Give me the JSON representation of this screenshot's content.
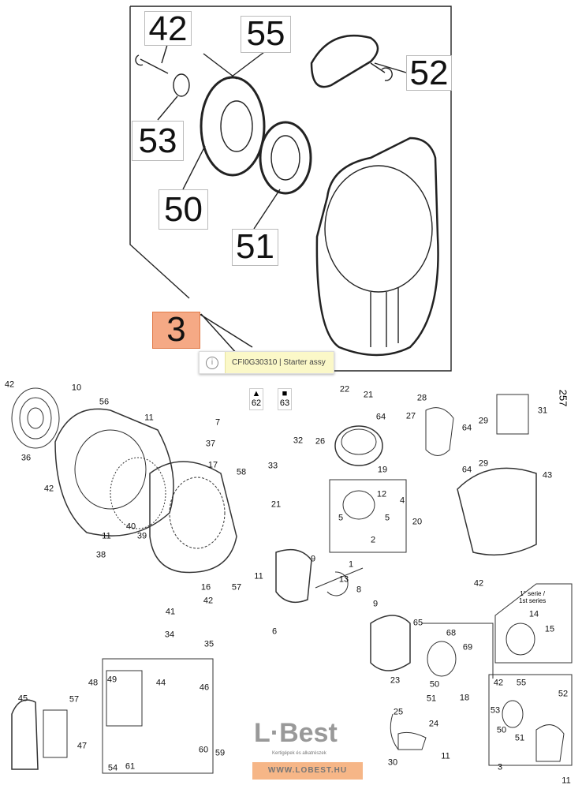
{
  "zoom_callouts": {
    "c42": "42",
    "c55": "55",
    "c52": "52",
    "c53": "53",
    "c50": "50",
    "c51": "51",
    "c3": "3"
  },
  "tooltip": {
    "icon": "info-icon",
    "text": "CFI0G30310 | Starter assy"
  },
  "legend_symbols": {
    "triangle_ref": "62",
    "square_ref": "63"
  },
  "page_number": "257",
  "series_note": {
    "line1": "1° serie /",
    "line2": "1st series"
  },
  "part_labels": [
    "42",
    "10",
    "56",
    "11",
    "7",
    "37",
    "36",
    "17",
    "58",
    "42",
    "40",
    "11",
    "39",
    "38",
    "16",
    "57",
    "42",
    "41",
    "22",
    "21",
    "64",
    "32",
    "26",
    "33",
    "19",
    "21",
    "12",
    "4",
    "5",
    "5",
    "20",
    "2",
    "1",
    "9",
    "13",
    "11",
    "8",
    "9",
    "6",
    "65",
    "23",
    "28",
    "27",
    "29",
    "64",
    "29",
    "64",
    "31",
    "43",
    "42",
    "14",
    "15",
    "34",
    "35",
    "44",
    "46",
    "49",
    "48",
    "45",
    "57",
    "47",
    "60",
    "59",
    "54",
    "61",
    "68",
    "69",
    "50",
    "51",
    "18",
    "25",
    "24",
    "30",
    "11",
    "42",
    "55",
    "52",
    "53",
    "50",
    "51",
    "3",
    "11"
  ],
  "watermark": {
    "logo": "L·Best",
    "subtitle": "Kertigépek és alkatrészek",
    "url": "WWW.LOBEST.HU"
  },
  "colors": {
    "highlight": "#f5a985",
    "tooltip_bg": "#fbf8c8"
  }
}
